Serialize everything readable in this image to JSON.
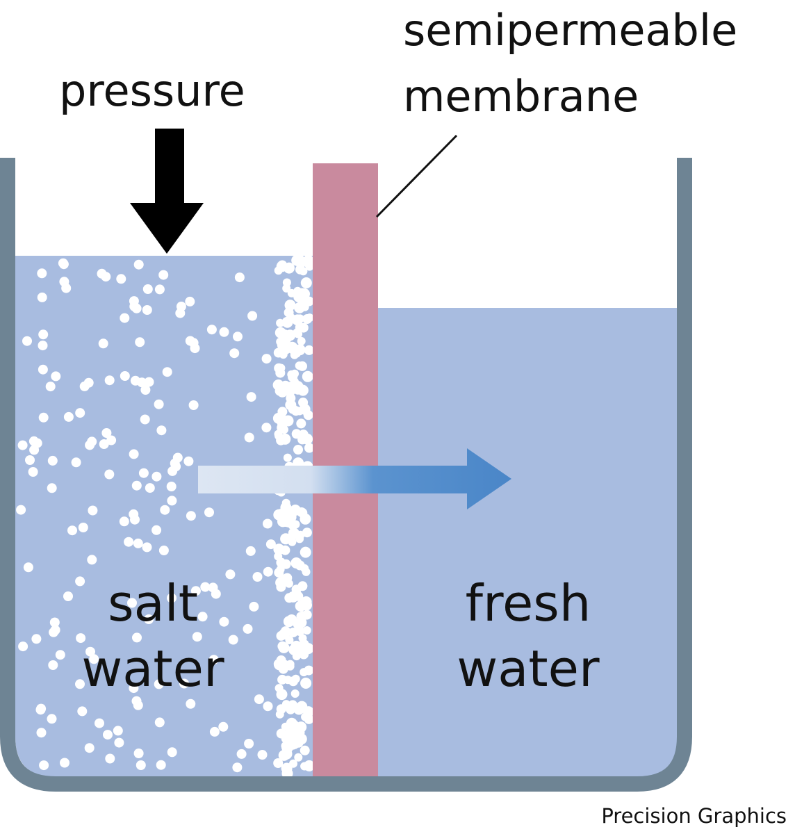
{
  "labels": {
    "pressure": "pressure",
    "membrane_line1": "semipermeable",
    "membrane_line2": "membrane",
    "salt_line1": "salt",
    "salt_line2": "water",
    "fresh_line1": "fresh",
    "fresh_line2": "water"
  },
  "credit": "Precision Graphics",
  "colors": {
    "container_wall": "#6e8494",
    "water": "#a8bce0",
    "membrane": "#c98a9e",
    "pressure_arrow": "#000000",
    "flow_arrow_start": "#dde6f3",
    "flow_arrow_end": "#4a86c8",
    "salt_particle": "#ffffff"
  },
  "icons": {
    "pressure_arrow": "down-arrow-icon",
    "flow_arrow": "right-arrow-icon"
  }
}
